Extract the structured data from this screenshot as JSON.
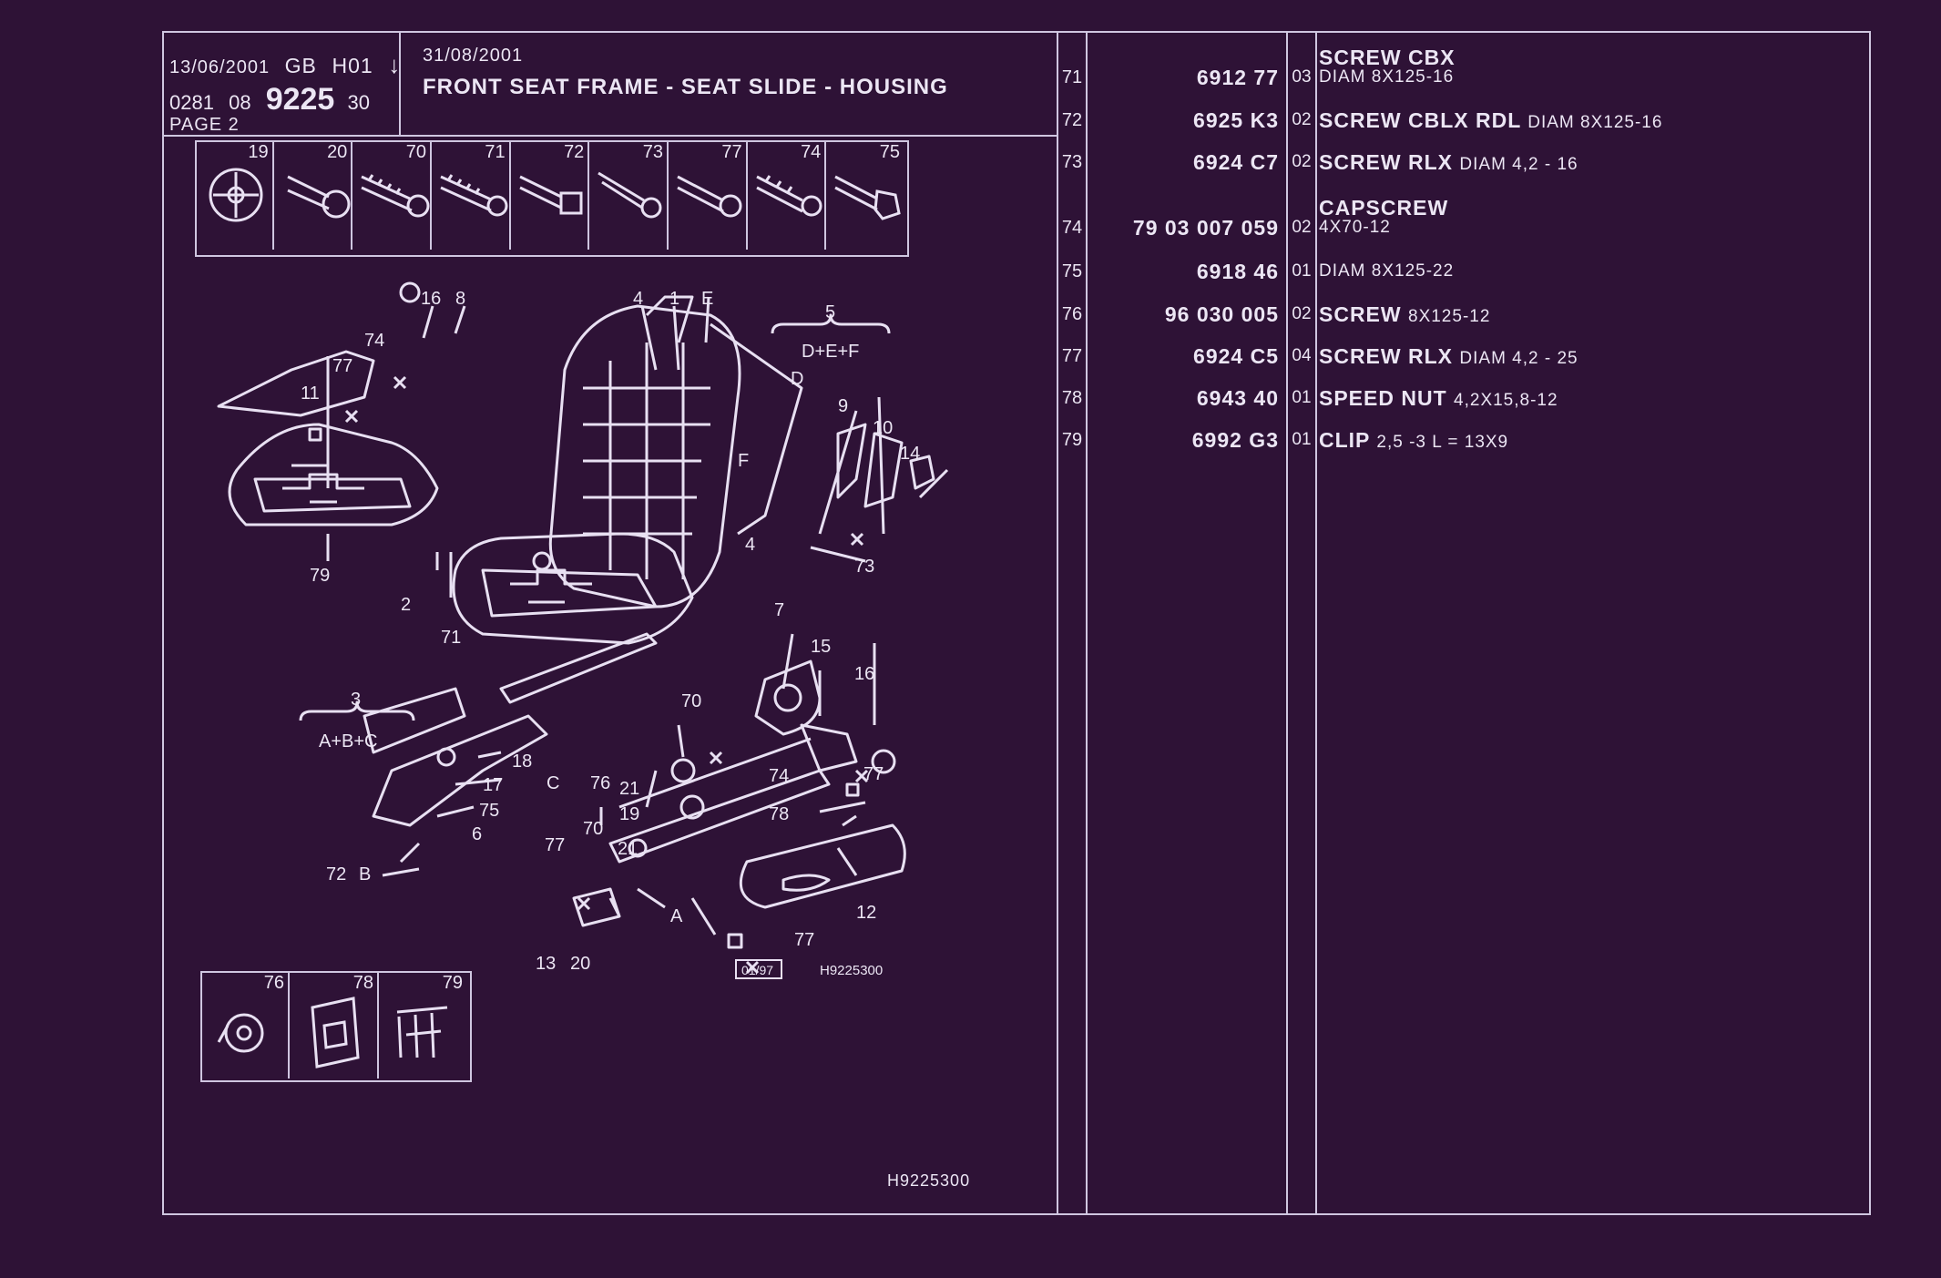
{
  "header": {
    "date1": "13/06/2001",
    "lang": "GB",
    "code": "H01",
    "arrow": "↓",
    "line2_a": "0281",
    "line2_b": "08",
    "ref_big": "9225",
    "line2_c": "30",
    "page": "PAGE 2",
    "date2": "31/08/2001",
    "title": "FRONT SEAT FRAME - SEAT SLIDE - HOUSING"
  },
  "thumbs_top": [
    "19",
    "20",
    "70",
    "71",
    "72",
    "73",
    "77",
    "74",
    "75"
  ],
  "thumbs_bottom": [
    "76",
    "78",
    "79"
  ],
  "diagram_labels": {
    "l16a": "16",
    "l8": "8",
    "l4a": "4",
    "l1": "1",
    "lE": "E",
    "l5": "5",
    "lDEF": "D+E+F",
    "l74a": "74",
    "l77a": "77",
    "l11": "11",
    "lD": "D",
    "l9": "9",
    "l10": "10",
    "l14": "14",
    "lF": "F",
    "l4b": "4",
    "l73": "73",
    "l79": "79",
    "l2": "2",
    "l71": "71",
    "l7": "7",
    "l15": "15",
    "l16b": "16",
    "l3": "3",
    "lABC": "A+B+C",
    "l18": "18",
    "lC": "C",
    "l76": "76",
    "l21a": "21",
    "l70a": "70",
    "l17": "17",
    "l75": "75",
    "l19": "19",
    "l74b": "74",
    "l77b": "77",
    "l6": "6",
    "l78": "78",
    "l72": "72",
    "lB": "B",
    "l77c": "77",
    "l70b": "70",
    "l21b": "21",
    "lA": "A",
    "l12": "12",
    "l13": "13",
    "l20": "20",
    "l77d": "77",
    "stamp": "01/97",
    "code": "H9225300"
  },
  "footer_code": "H9225300",
  "parts": [
    {
      "ref": "71",
      "pn": "6912 77",
      "qty": "03",
      "name_line1": "SCREW CBX",
      "name": "",
      "spec": "DIAM 8X125-16"
    },
    {
      "ref": "72",
      "pn": "6925 K3",
      "qty": "02",
      "name_line1": "",
      "name": "SCREW CBLX RDL",
      "spec": "DIAM 8X125-16"
    },
    {
      "ref": "73",
      "pn": "6924 C7",
      "qty": "02",
      "name_line1": "",
      "name": "SCREW RLX",
      "spec": "DIAM 4,2 - 16"
    },
    {
      "ref": "74",
      "pn": "79 03 007 059",
      "qty": "02",
      "name_line1": "CAPSCREW",
      "name": "",
      "spec": "4X70-12"
    },
    {
      "ref": "75",
      "pn": "6918 46",
      "qty": "01",
      "name_line1": "",
      "name": "",
      "spec": "DIAM 8X125-22"
    },
    {
      "ref": "76",
      "pn": "96 030 005",
      "qty": "02",
      "name_line1": "",
      "name": "SCREW",
      "spec": "8X125-12"
    },
    {
      "ref": "77",
      "pn": "6924 C5",
      "qty": "04",
      "name_line1": "",
      "name": "SCREW RLX",
      "spec": "DIAM 4,2 - 25"
    },
    {
      "ref": "78",
      "pn": "6943 40",
      "qty": "01",
      "name_line1": "",
      "name": "SPEED NUT",
      "spec": "4,2X15,8-12"
    },
    {
      "ref": "79",
      "pn": "6992 G3",
      "qty": "01",
      "name_line1": "",
      "name": "CLIP",
      "spec": "2,5 -3 L = 13X9"
    }
  ]
}
